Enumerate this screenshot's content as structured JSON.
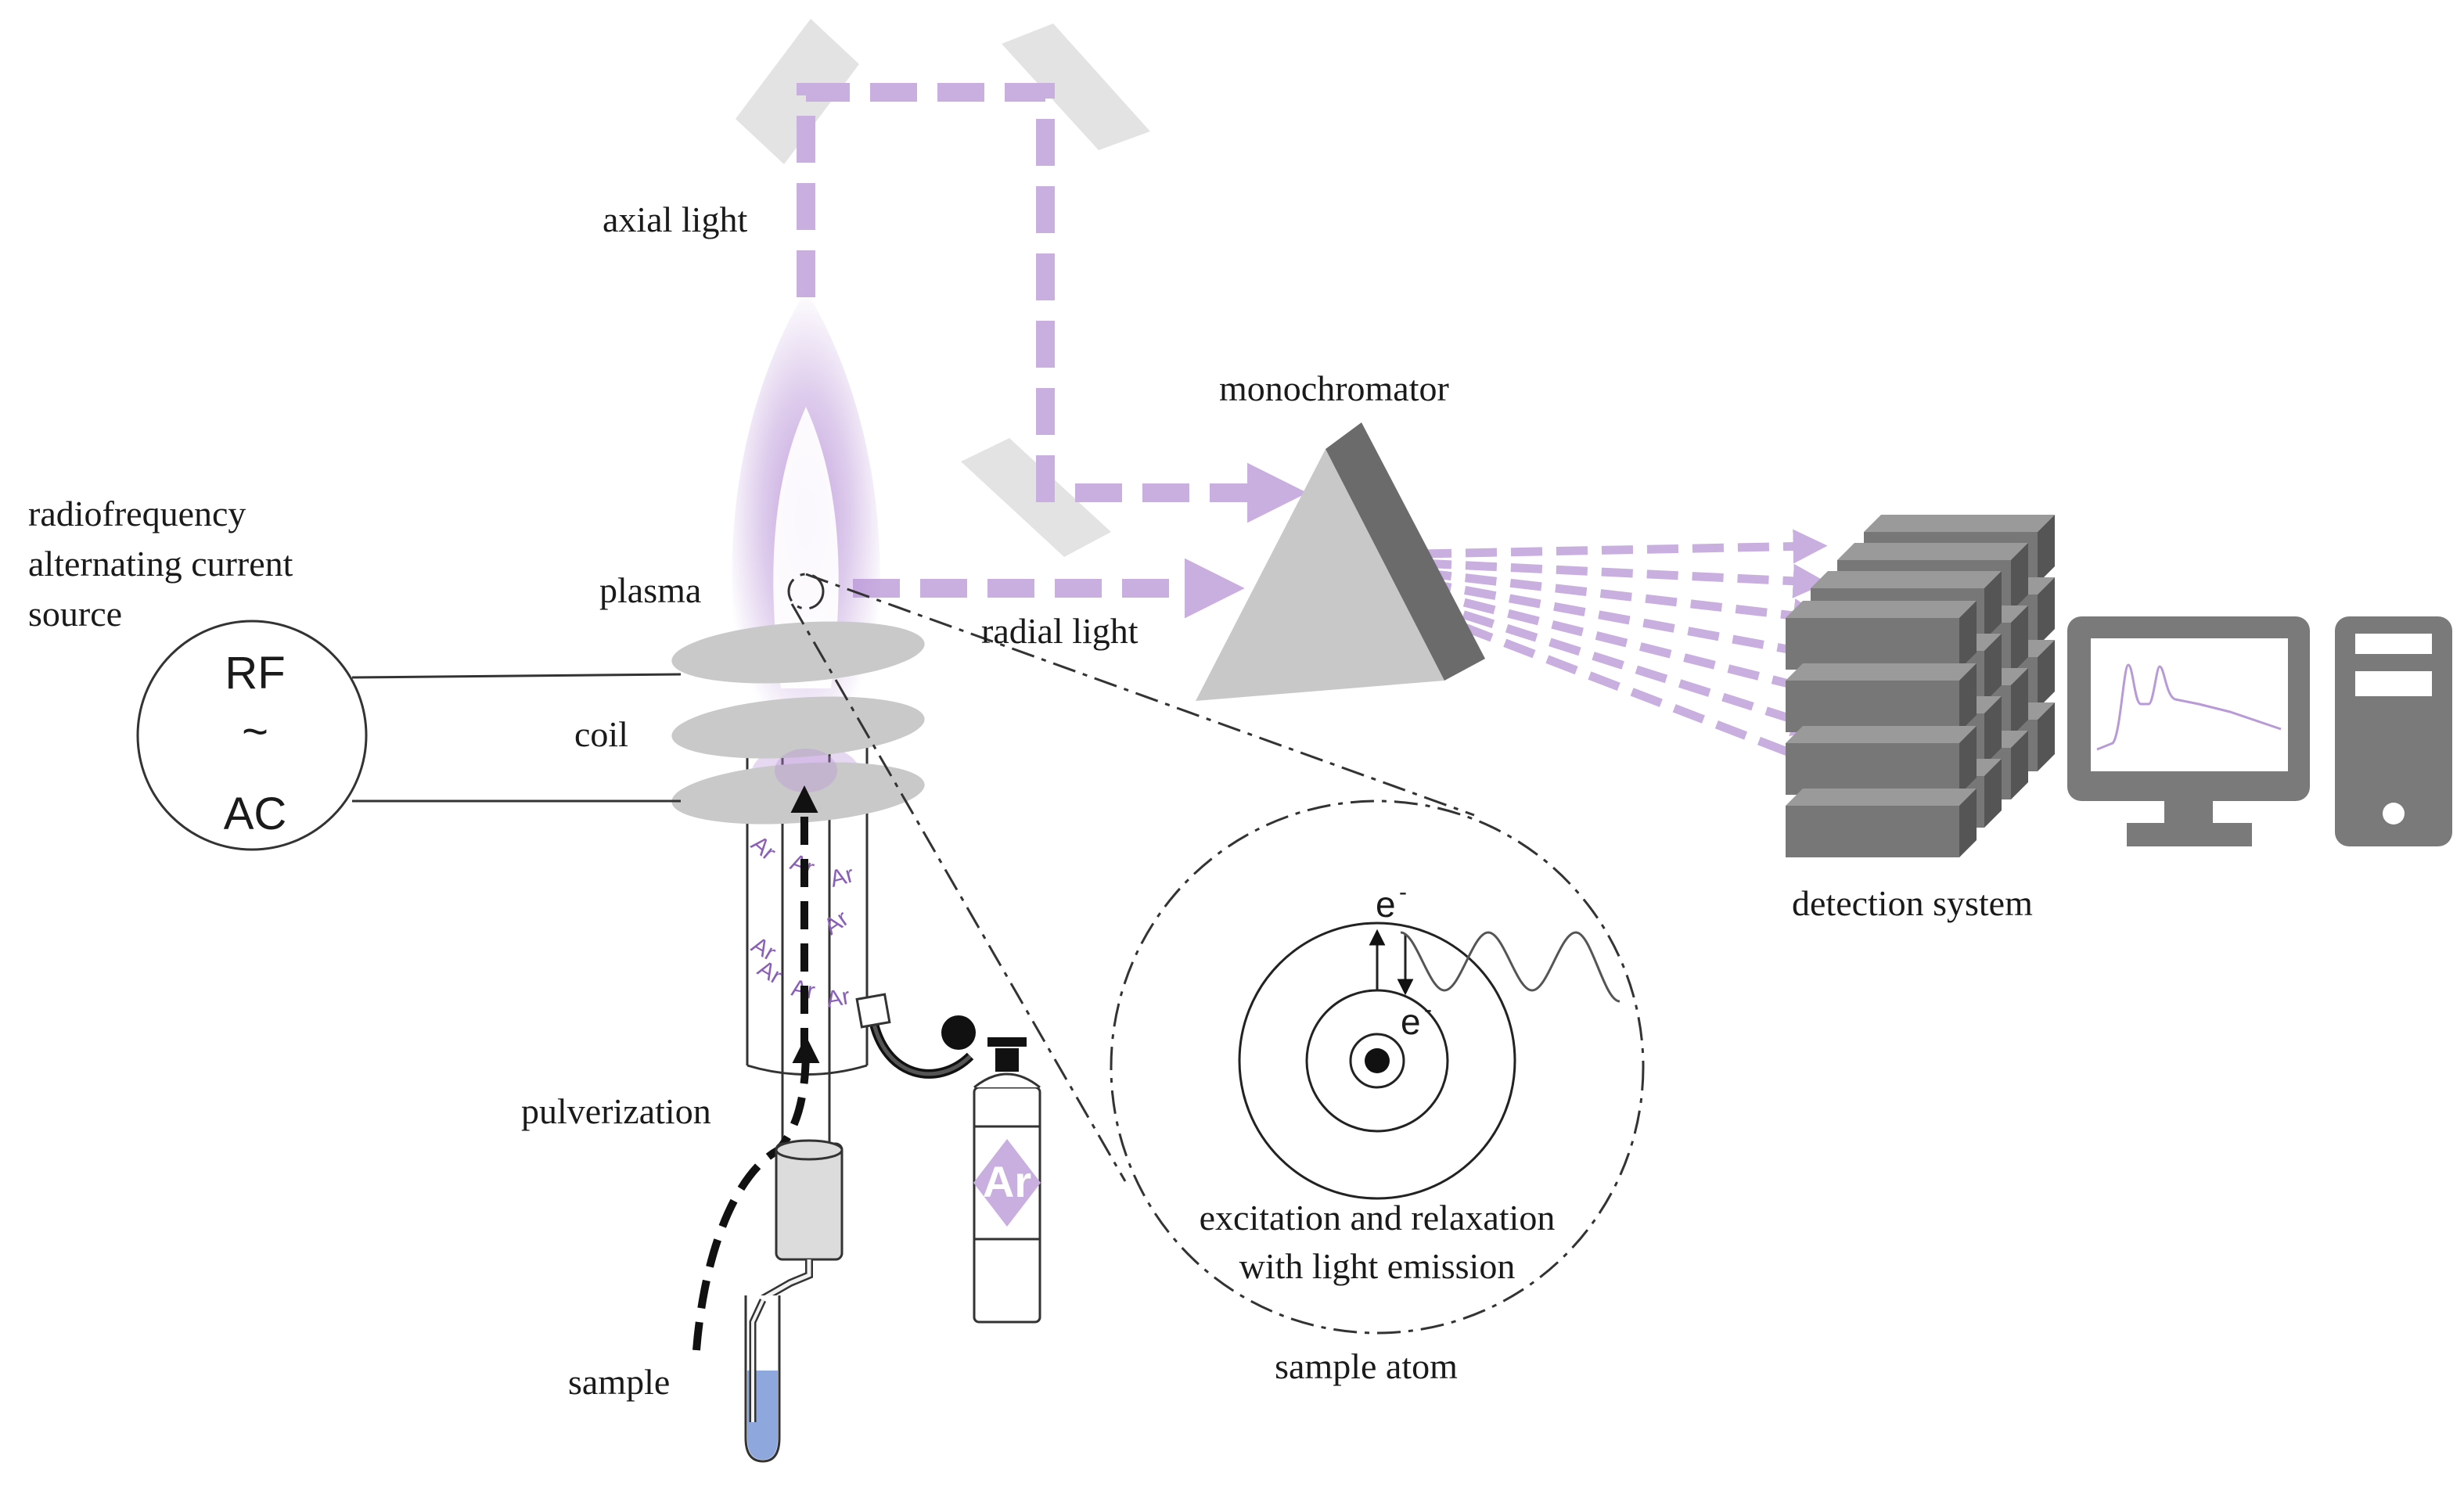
{
  "labels": {
    "axial_light": "axial light",
    "monochromator": "monochromator",
    "rf_source_line1": "radiofrequency",
    "rf_source_line2": "alternating current",
    "rf_source_line3": "source",
    "plasma": "plasma",
    "radial_light": "radial light",
    "coil": "coil",
    "detection_system": "detection system",
    "pulverization": "pulverization",
    "excitation_line1": "excitation and relaxation",
    "excitation_line2": "with light emission",
    "sample_atom": "sample atom",
    "sample": "sample"
  },
  "rf": {
    "top": "RF",
    "mid": "~",
    "bottom": "AC"
  },
  "argon": {
    "symbol": "Ar",
    "cylinder_label": "Ar"
  },
  "electron": {
    "symbol": "e",
    "charge": "-"
  },
  "colors": {
    "light_path": "#c9aee0",
    "plasma": "#b68fd6",
    "argon_text": "#8a5fb8",
    "mirror": "#e3e3e3",
    "prism": "#c8c8c8",
    "prism_side": "#6b6b6b",
    "coil": "#c9c9c9",
    "detector": "#777777",
    "computer": "#7a7a7a",
    "sample_liquid": "#8ea8dd"
  }
}
